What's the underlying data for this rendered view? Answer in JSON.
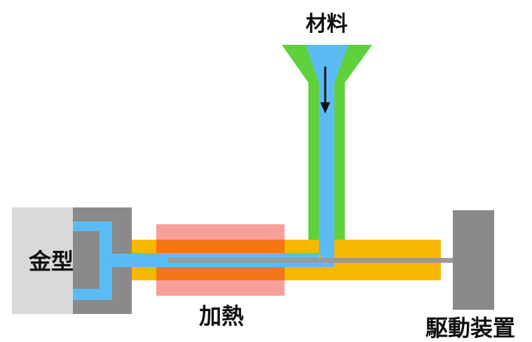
{
  "labels": {
    "material": "材料",
    "mold": "金型",
    "heating": "加熱",
    "drive_unit": "駆動装置"
  },
  "colors": {
    "material_blue": "#5bbcf5",
    "hopper_green": "#5fd13a",
    "barrel_orange": "#f7b800",
    "heater_pink": "#f7a09a",
    "heater_overlap": "#f47417",
    "mold_light_gray": "#d9d9d9",
    "mold_dark_gray": "#8a8a8a",
    "rod_gray": "#9a9a9a",
    "arrow_black": "#111111"
  },
  "icons": {
    "flow_arrow": "down-arrow-icon"
  }
}
